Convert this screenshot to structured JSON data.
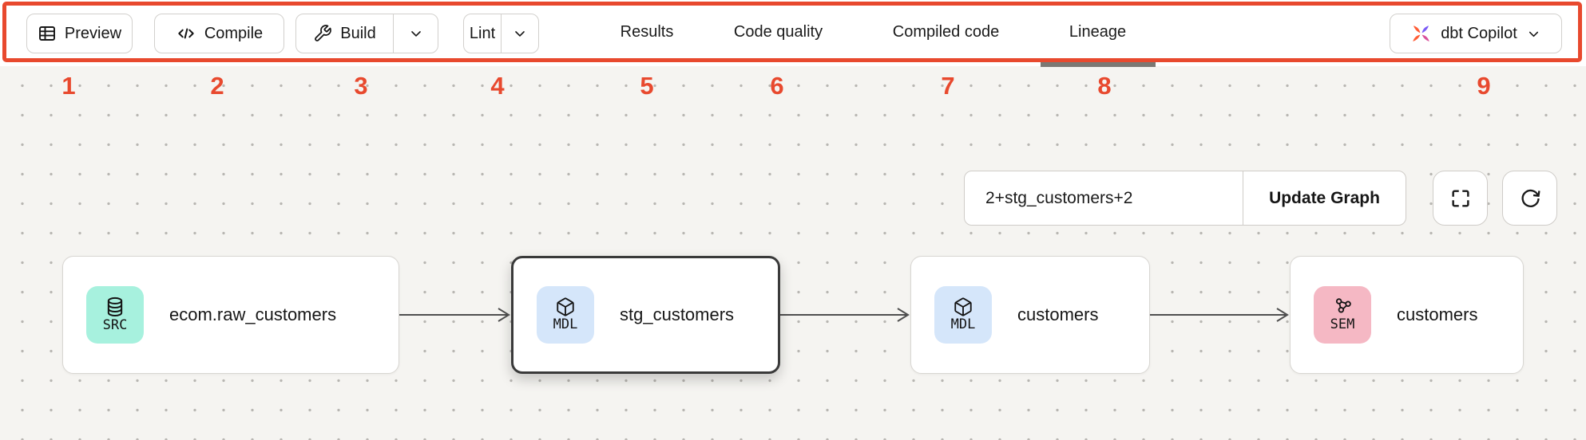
{
  "toolbar": {
    "preview_label": "Preview",
    "compile_label": "Compile",
    "build_label": "Build",
    "lint_label": "Lint",
    "tabs": [
      {
        "label": "Results",
        "active": false
      },
      {
        "label": "Code quality",
        "active": false
      },
      {
        "label": "Compiled code",
        "active": false
      },
      {
        "label": "Lineage",
        "active": true
      }
    ],
    "copilot_label": "dbt Copilot"
  },
  "annotations": {
    "highlight_color": "#e8492e",
    "numbers": [
      "1",
      "2",
      "3",
      "4",
      "5",
      "6",
      "7",
      "8",
      "9"
    ]
  },
  "graph_controls": {
    "selector_value": "2+stg_customers+2",
    "update_label": "Update Graph"
  },
  "lineage": {
    "nodes": [
      {
        "badge": "SRC",
        "badge_color": "#a7f1de",
        "icon": "database-icon",
        "label": "ecom.raw_customers",
        "selected": false
      },
      {
        "badge": "MDL",
        "badge_color": "#d5e6fa",
        "icon": "cube-icon",
        "label": "stg_customers",
        "selected": true
      },
      {
        "badge": "MDL",
        "badge_color": "#d5e6fa",
        "icon": "cube-icon",
        "label": "customers",
        "selected": false
      },
      {
        "badge": "SEM",
        "badge_color": "#f5b8c4",
        "icon": "semantic-icon",
        "label": "customers",
        "selected": false
      }
    ]
  },
  "colors": {
    "canvas_bg": "#f5f4f1",
    "dot_grid": "#b8b6b2",
    "selected_node_border": "#3a3a3a",
    "edge": "#4f4f4f",
    "copilot_orange": "#ff5c35",
    "copilot_purple": "#7b5bf6"
  }
}
